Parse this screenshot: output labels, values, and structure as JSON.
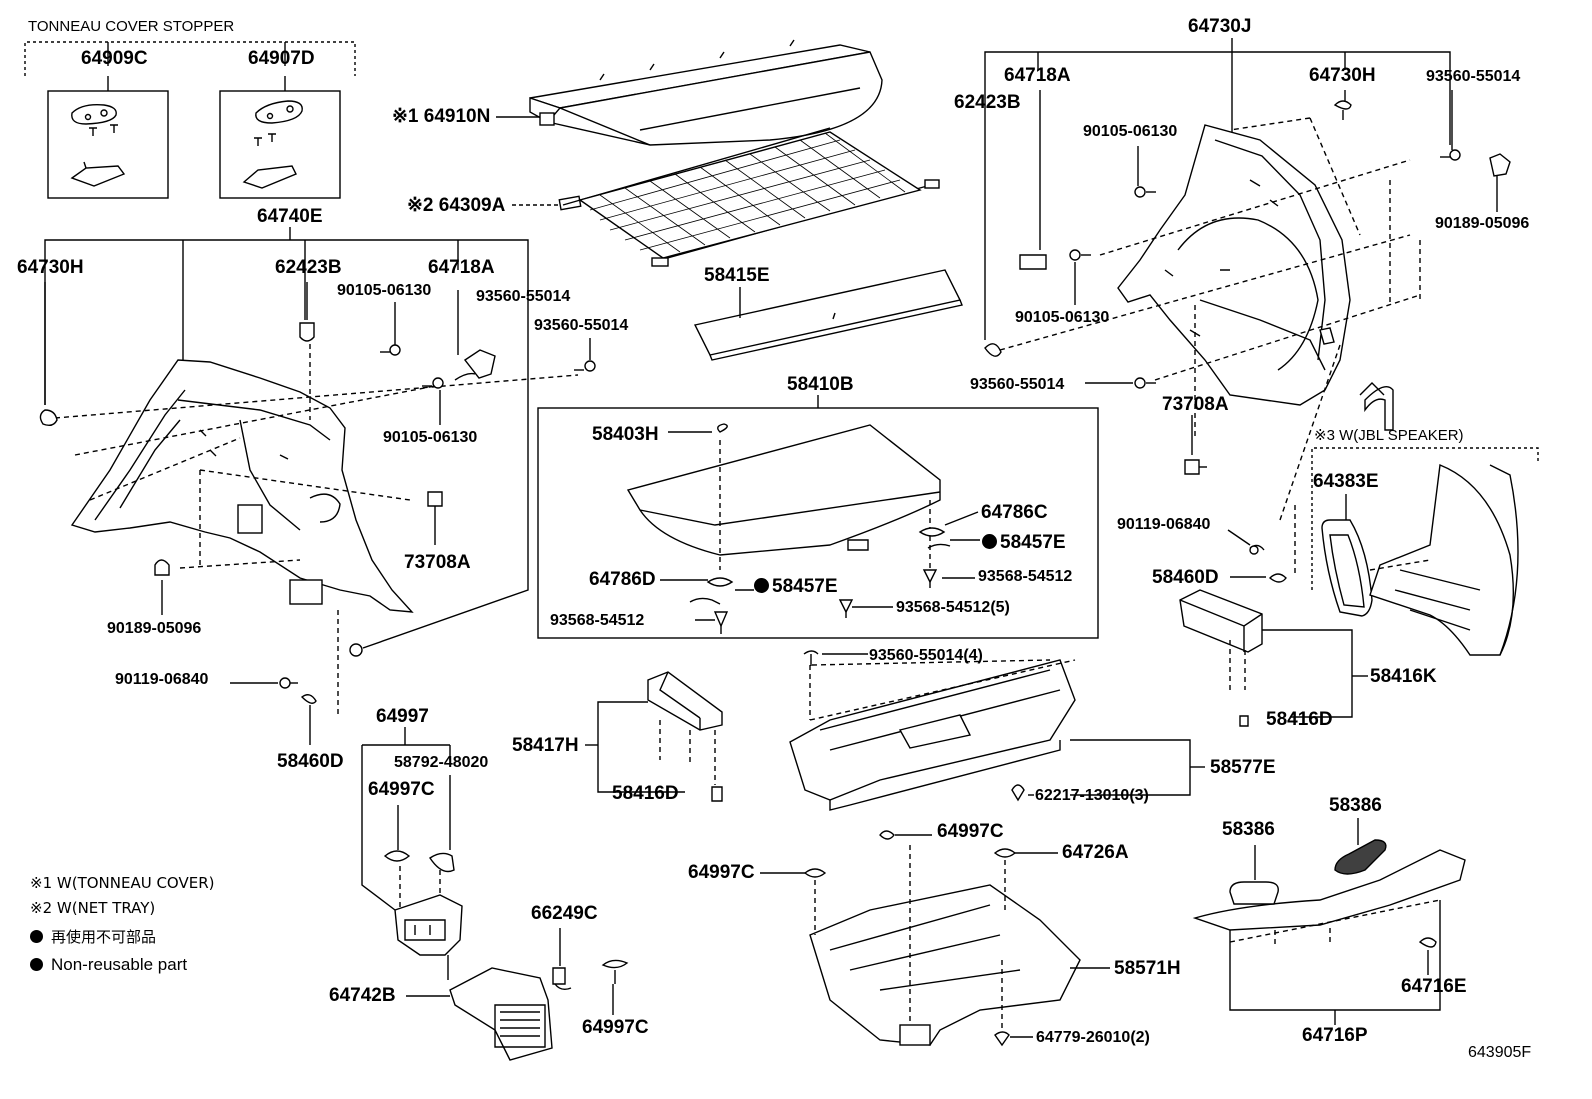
{
  "headers": {
    "tonneau_cover_stopper": "TONNEAU COVER STOPPER",
    "jbl_speaker": "※3  W(JBL SPEAKER)"
  },
  "parts": {
    "p64909C": "64909C",
    "p64907D": "64907D",
    "p64740E": "64740E",
    "p64730H_left": "64730H",
    "p62423B_left": "62423B",
    "p64718A_left": "64718A",
    "p90105_06130_l1": "90105-06130",
    "p93560_55014_l1": "93560-55014",
    "p93560_55014_l2": "93560-55014",
    "p90105_06130_l2": "90105-06130",
    "p73708A_left": "73708A",
    "p90189_05096_left": "90189-05096",
    "p90119_06840_left": "90119-06840",
    "p58460D_left": "58460D",
    "p64910N": "※1 64910N",
    "p64309A": "※2 64309A",
    "p58415E": "58415E",
    "p58410B": "58410B",
    "p58403H": "58403H",
    "p64786C": "64786C",
    "p58457E_right": "58457E",
    "p64786D": "64786D",
    "p58457E_left": "58457E",
    "p93568_54512_a": "93568-54512",
    "p93568_54512_b": "93568-54512",
    "p93568_54512_5": "93568-54512(5)",
    "p64730J": "64730J",
    "p64718A_right": "64718A",
    "p64730H_right": "64730H",
    "p93560_55014_r1": "93560-55014",
    "p62423B_right": "62423B",
    "p90105_06130_r1": "90105-06130",
    "p90189_05096_right": "90189-05096",
    "p90105_06130_r2": "90105-06130",
    "p93560_55014_r2": "93560-55014",
    "p73708A_right": "73708A",
    "p64383E": "64383E",
    "p90119_06840_right": "90119-06840",
    "p58460D_right": "58460D",
    "p58416K": "58416K",
    "p58416D_right": "58416D",
    "p64997": "64997",
    "p58792_48020": "58792-48020",
    "p64997C_a": "64997C",
    "p58417H": "58417H",
    "p58416D_mid": "58416D",
    "p93560_55014_4": "93560-55014(4)",
    "p58577E": "58577E",
    "p62217_13010_3": "62217-13010(3)",
    "p64997C_b": "64997C",
    "p64997C_c": "64997C",
    "p64726A": "64726A",
    "p58571H": "58571H",
    "p64779_26010_2": "64779-26010(2)",
    "p66249C": "66249C",
    "p64742B": "64742B",
    "p64997C_d": "64997C",
    "p58386_left": "58386",
    "p58386_right": "58386",
    "p64716E": "64716E",
    "p64716P": "64716P"
  },
  "notes": {
    "note1": "※1 W(TONNEAU COVER)",
    "note2": "※2 W(NET TRAY)",
    "note3": "再使用不可部品",
    "note4": "Non-reusable part"
  },
  "diagram_id": "643905F"
}
